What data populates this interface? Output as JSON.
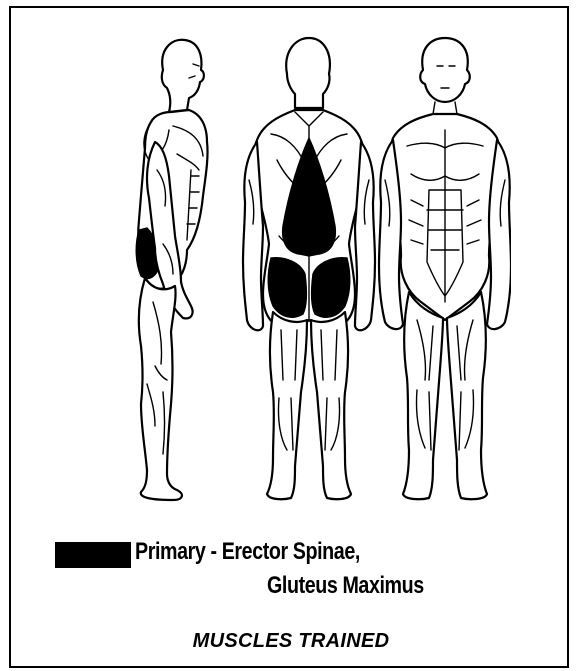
{
  "legend": {
    "primary_line1": "Primary - Erector Spinae,",
    "primary_line2": "Gluteus Maximus"
  },
  "caption": "MUSCLES TRAINED",
  "colors": {
    "primary_muscle": "#000000",
    "outline": "#000000",
    "background": "#ffffff"
  }
}
